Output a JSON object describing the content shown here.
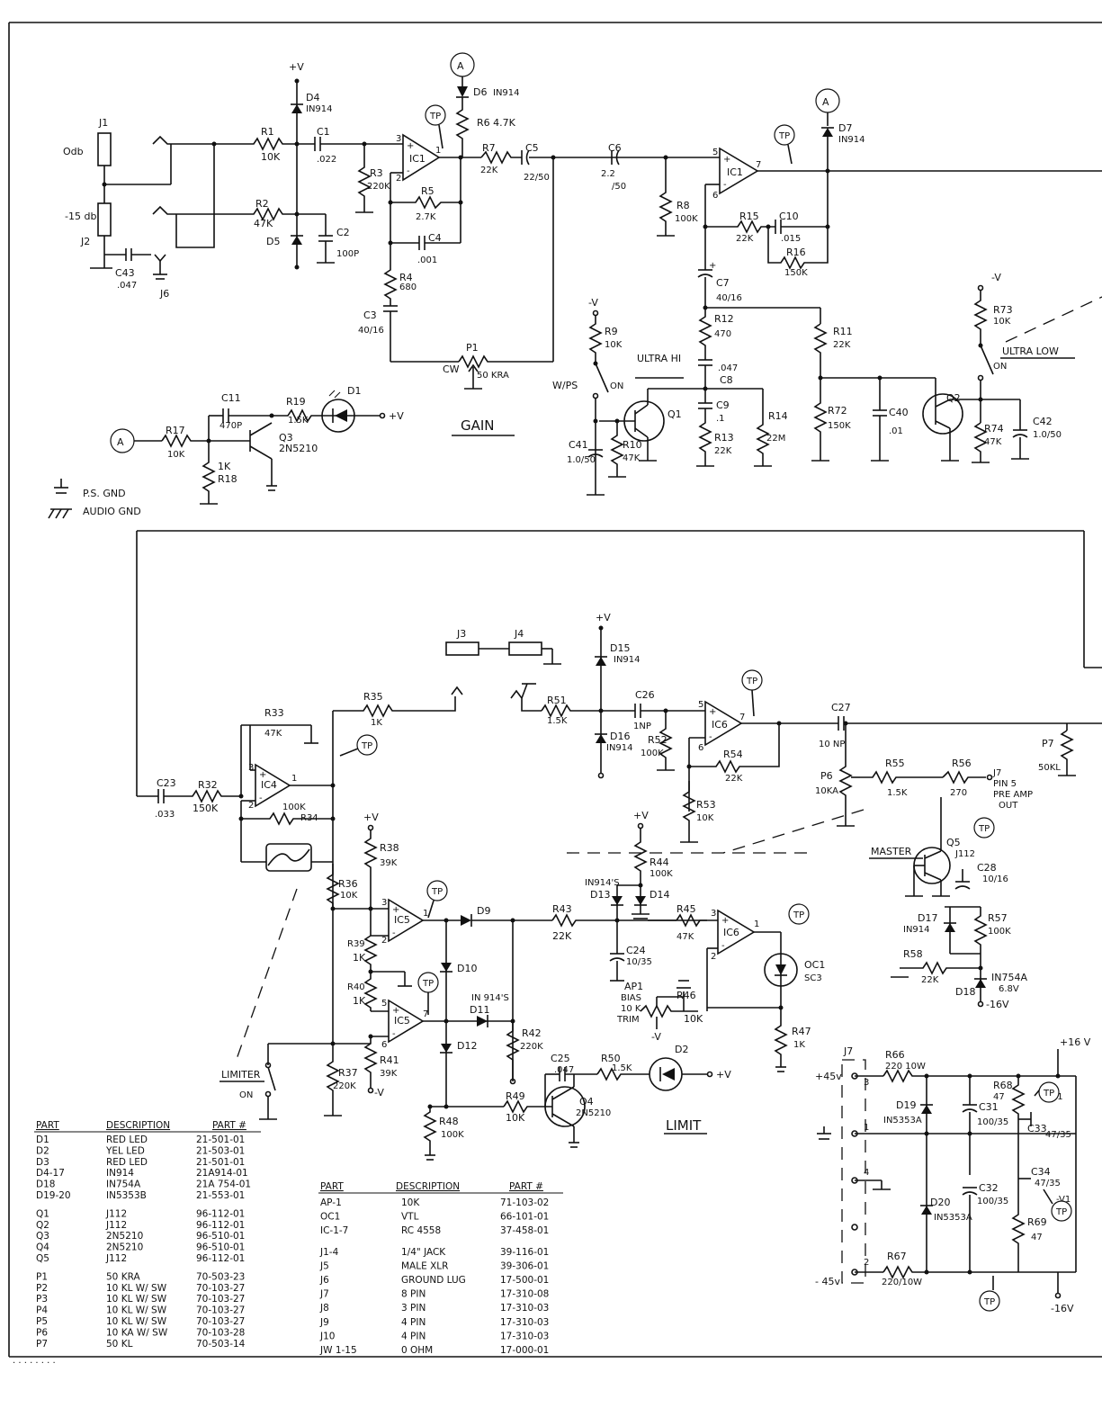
{
  "left_parts_table": {
    "headers": [
      "PART",
      "DESCRIPTION",
      "PART #"
    ],
    "rows": [
      [
        "D1",
        "RED LED",
        "21-501-01"
      ],
      [
        "D2",
        "YEL LED",
        "21-503-01"
      ],
      [
        "D3",
        "RED LED",
        "21-501-01"
      ],
      [
        "D4-17",
        "IN914",
        "21A914-01"
      ],
      [
        "D18",
        "IN754A",
        "21A 754-01"
      ],
      [
        "D19-20",
        "IN5353B",
        "21-553-01"
      ],
      [
        "Q1",
        "J112",
        "96-112-01"
      ],
      [
        "Q2",
        "J112",
        "96-112-01"
      ],
      [
        "Q3",
        "2N5210",
        "96-510-01"
      ],
      [
        "Q4",
        "2N5210",
        "96-510-01"
      ],
      [
        "Q5",
        "J112",
        "96-112-01"
      ],
      [
        "P1",
        "50 KRA",
        "70-503-23"
      ],
      [
        "P2",
        "10 KL W/ SW",
        "70-103-27"
      ],
      [
        "P3",
        "10 KL W/ SW",
        "70-103-27"
      ],
      [
        "P4",
        "10 KL W/ SW",
        "70-103-27"
      ],
      [
        "P5",
        "10 KL W/ SW",
        "70-103-27"
      ],
      [
        "P6",
        "10 KA W/ SW",
        "70-103-28"
      ],
      [
        "P7",
        "50 KL",
        "70-503-14"
      ]
    ]
  },
  "right_parts_table": {
    "headers": [
      "PART",
      "DESCRIPTION",
      "PART #"
    ],
    "rows": [
      [
        "AP-1",
        "10K",
        "71-103-02"
      ],
      [
        "OC1",
        "VTL",
        "66-101-01"
      ],
      [
        "IC-1-7",
        "RC 4558",
        "37-458-01"
      ],
      [
        "J1-4",
        "1/4\" JACK",
        "39-116-01"
      ],
      [
        "J5",
        "MALE XLR",
        "39-306-01"
      ],
      [
        "J6",
        "GROUND LUG",
        "17-500-01"
      ],
      [
        "J7",
        "8 PIN",
        "17-310-08"
      ],
      [
        "J8",
        "3 PIN",
        "17-310-03"
      ],
      [
        "J9",
        "4 PIN",
        "17-310-03"
      ],
      [
        "J10",
        "4 PIN",
        "17-310-03"
      ],
      [
        "JW 1-15",
        "0 OHM",
        "17-000-01"
      ]
    ]
  },
  "section_labels": {
    "gain": "GAIN",
    "ultra_hi": "ULTRA HI",
    "ultra_low": "ULTRA LOW",
    "master": "MASTER",
    "limit": "LIMIT",
    "limiter": "LIMITER",
    "ps_gnd": "P.S. GND",
    "audio_gnd": "AUDIO GND",
    "pre_amp_out": "PRE AMP OUT"
  },
  "footer": {
    "stamp": "·  · · · ·  ·  ·  ·"
  }
}
